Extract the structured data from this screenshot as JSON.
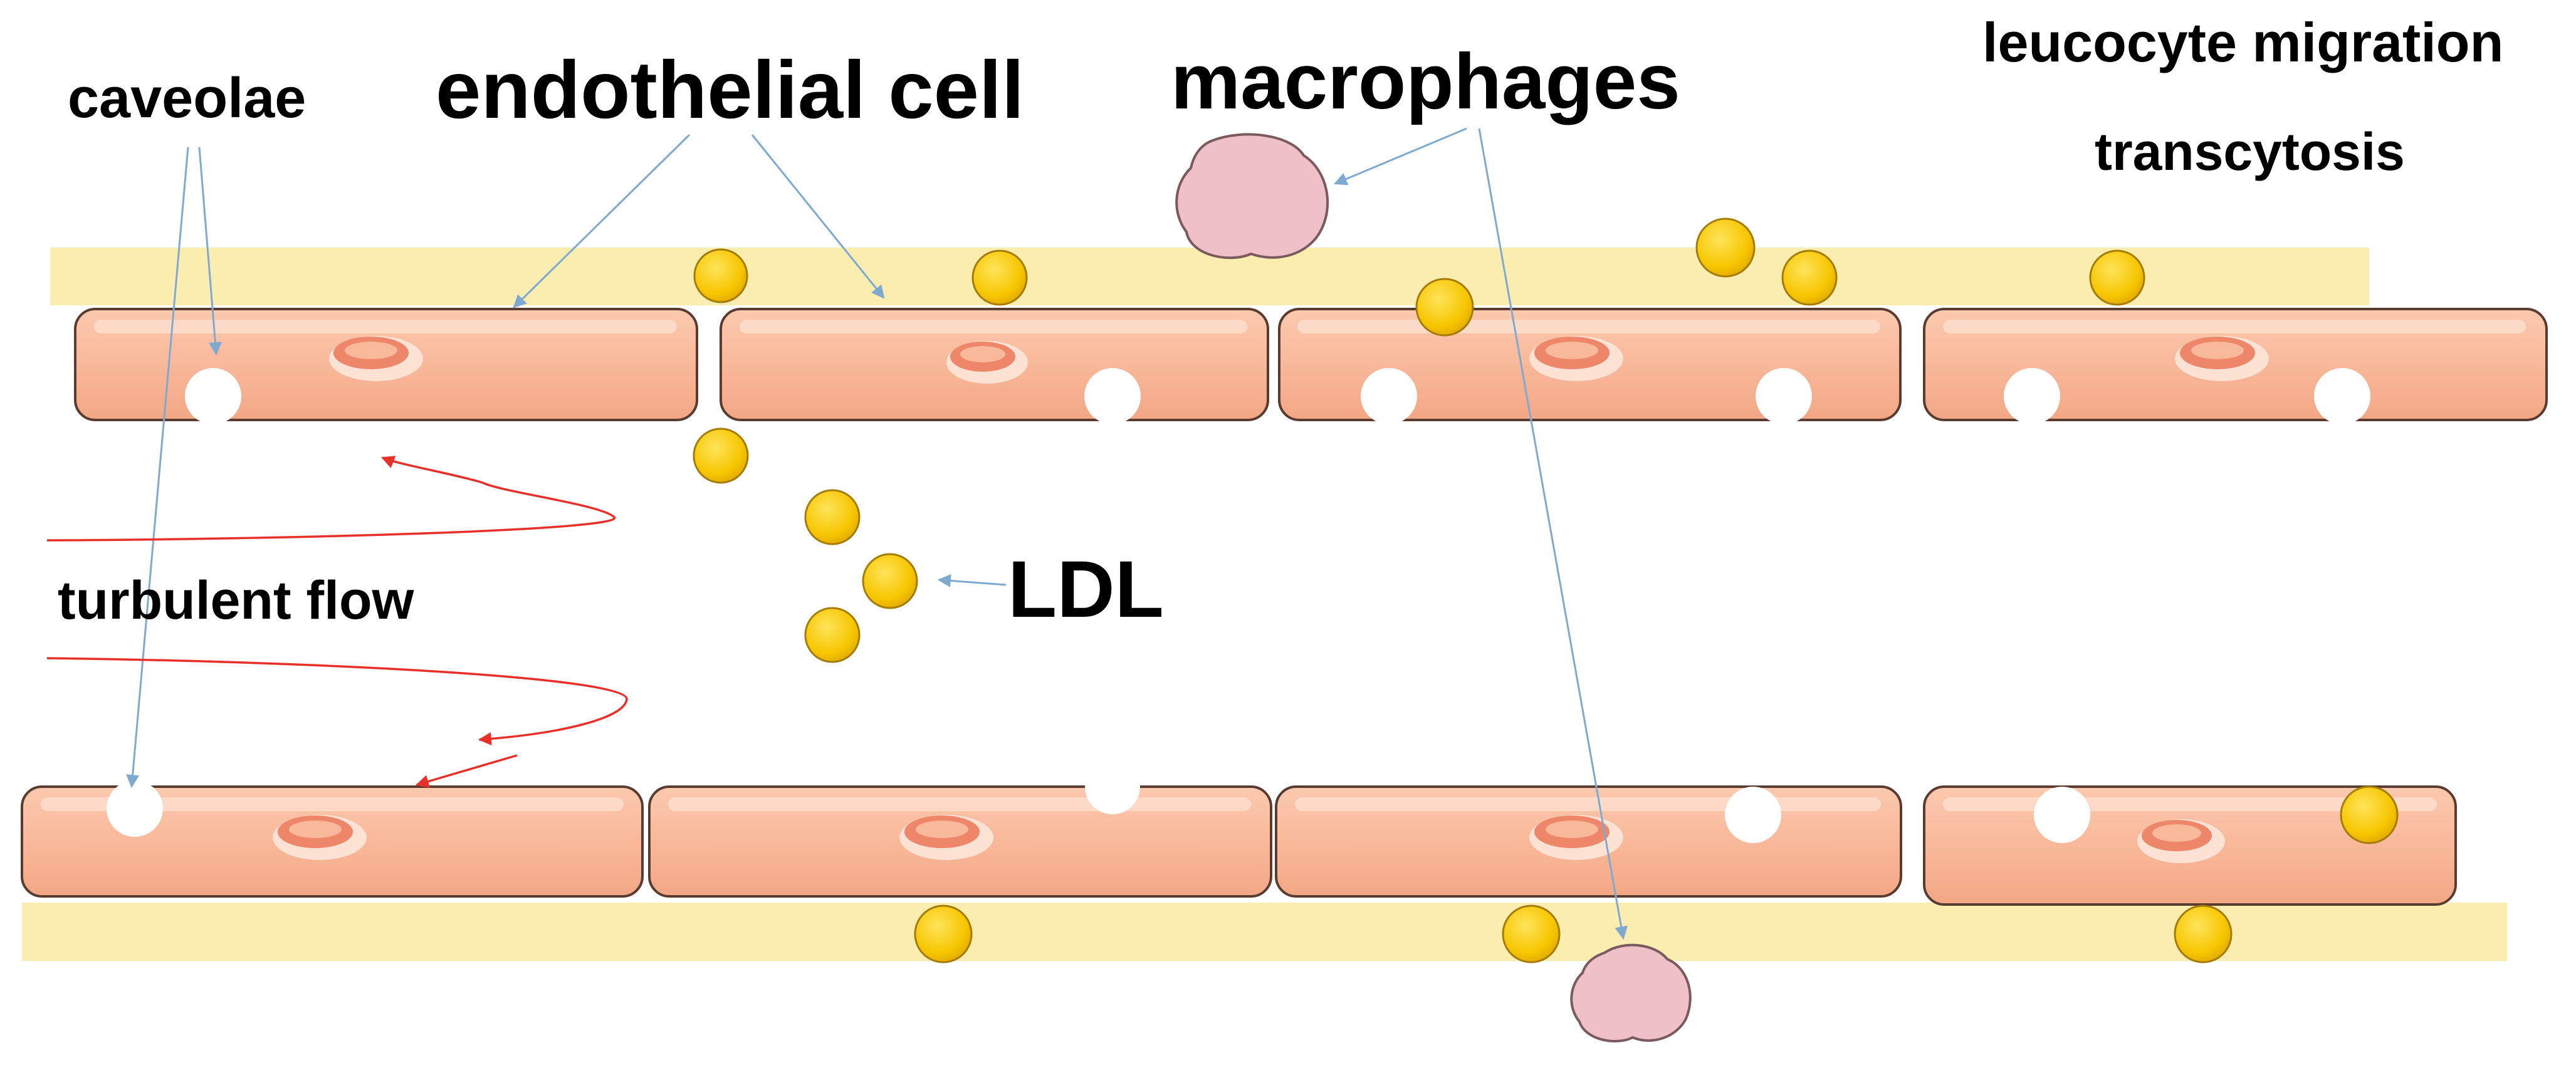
{
  "labels": {
    "caveolae": "caveolae",
    "endothelial_cell": "endothelial cell",
    "macrophages": "macrophages",
    "leucocyte_migration": "leucocyte migration",
    "transcytosis": "transcytosis",
    "turbulent_flow": "turbulent flow",
    "ldl": "LDL"
  },
  "colors": {
    "basement_membrane": "#fbecb0",
    "cell_fill": "#f9b89a",
    "cell_stroke": "#5a3b30",
    "nucleus": "#ee866a",
    "ldl_particle": "#f7c600",
    "ldl_stroke": "#a67c00",
    "macrophage": "#f0c0c8",
    "macrophage_stroke": "#7a5a5e",
    "pointer_line": "#7eaad2",
    "flow_line": "#e8302a"
  },
  "icons": {
    "cell": "endothelial-cell-icon",
    "ldl": "ldl-particle-icon",
    "macrophage": "macrophage-icon",
    "caveola": "caveola-icon"
  }
}
